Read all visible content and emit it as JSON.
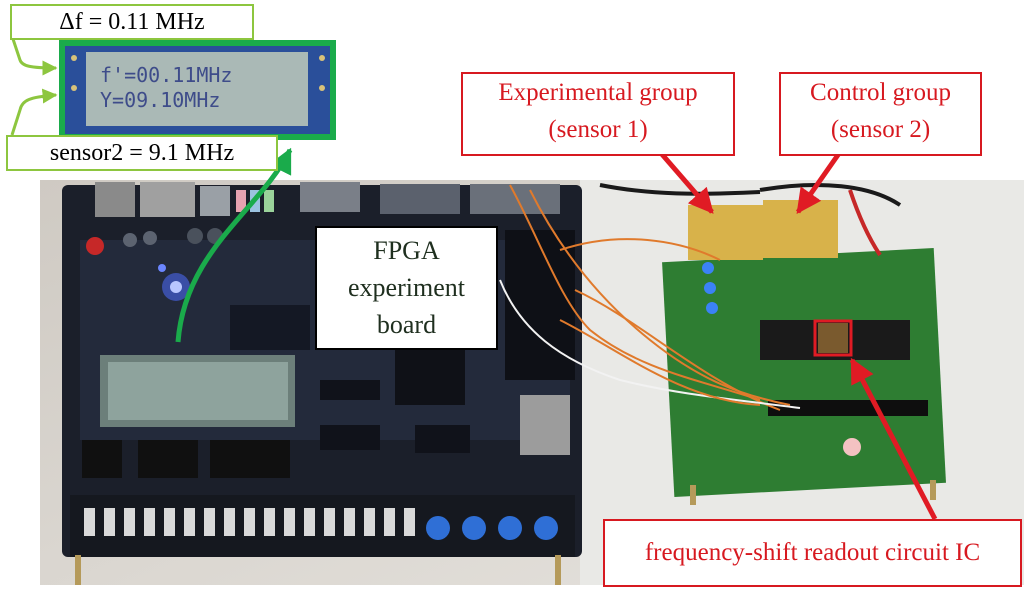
{
  "lcd": {
    "line1": "f'=00.11MHz",
    "line2": "Y=09.10MHz"
  },
  "labels": {
    "delta_f": "Δf = 0.11 MHz",
    "sensor2": "sensor2 = 9.1 MHz",
    "fpga_line1": "FPGA",
    "fpga_line2": "experiment",
    "fpga_line3": "board",
    "experimental_line1": "Experimental group",
    "experimental_line2": "(sensor 1)",
    "control_line1": "Control group",
    "control_line2": "(sensor 2)",
    "readout_ic": "frequency-shift readout circuit IC"
  },
  "colors": {
    "green_accent": "#1aab4b",
    "red_accent": "#e01b24",
    "pcb_green": "#2e7d32",
    "board_dark": "#1b1f2a"
  }
}
